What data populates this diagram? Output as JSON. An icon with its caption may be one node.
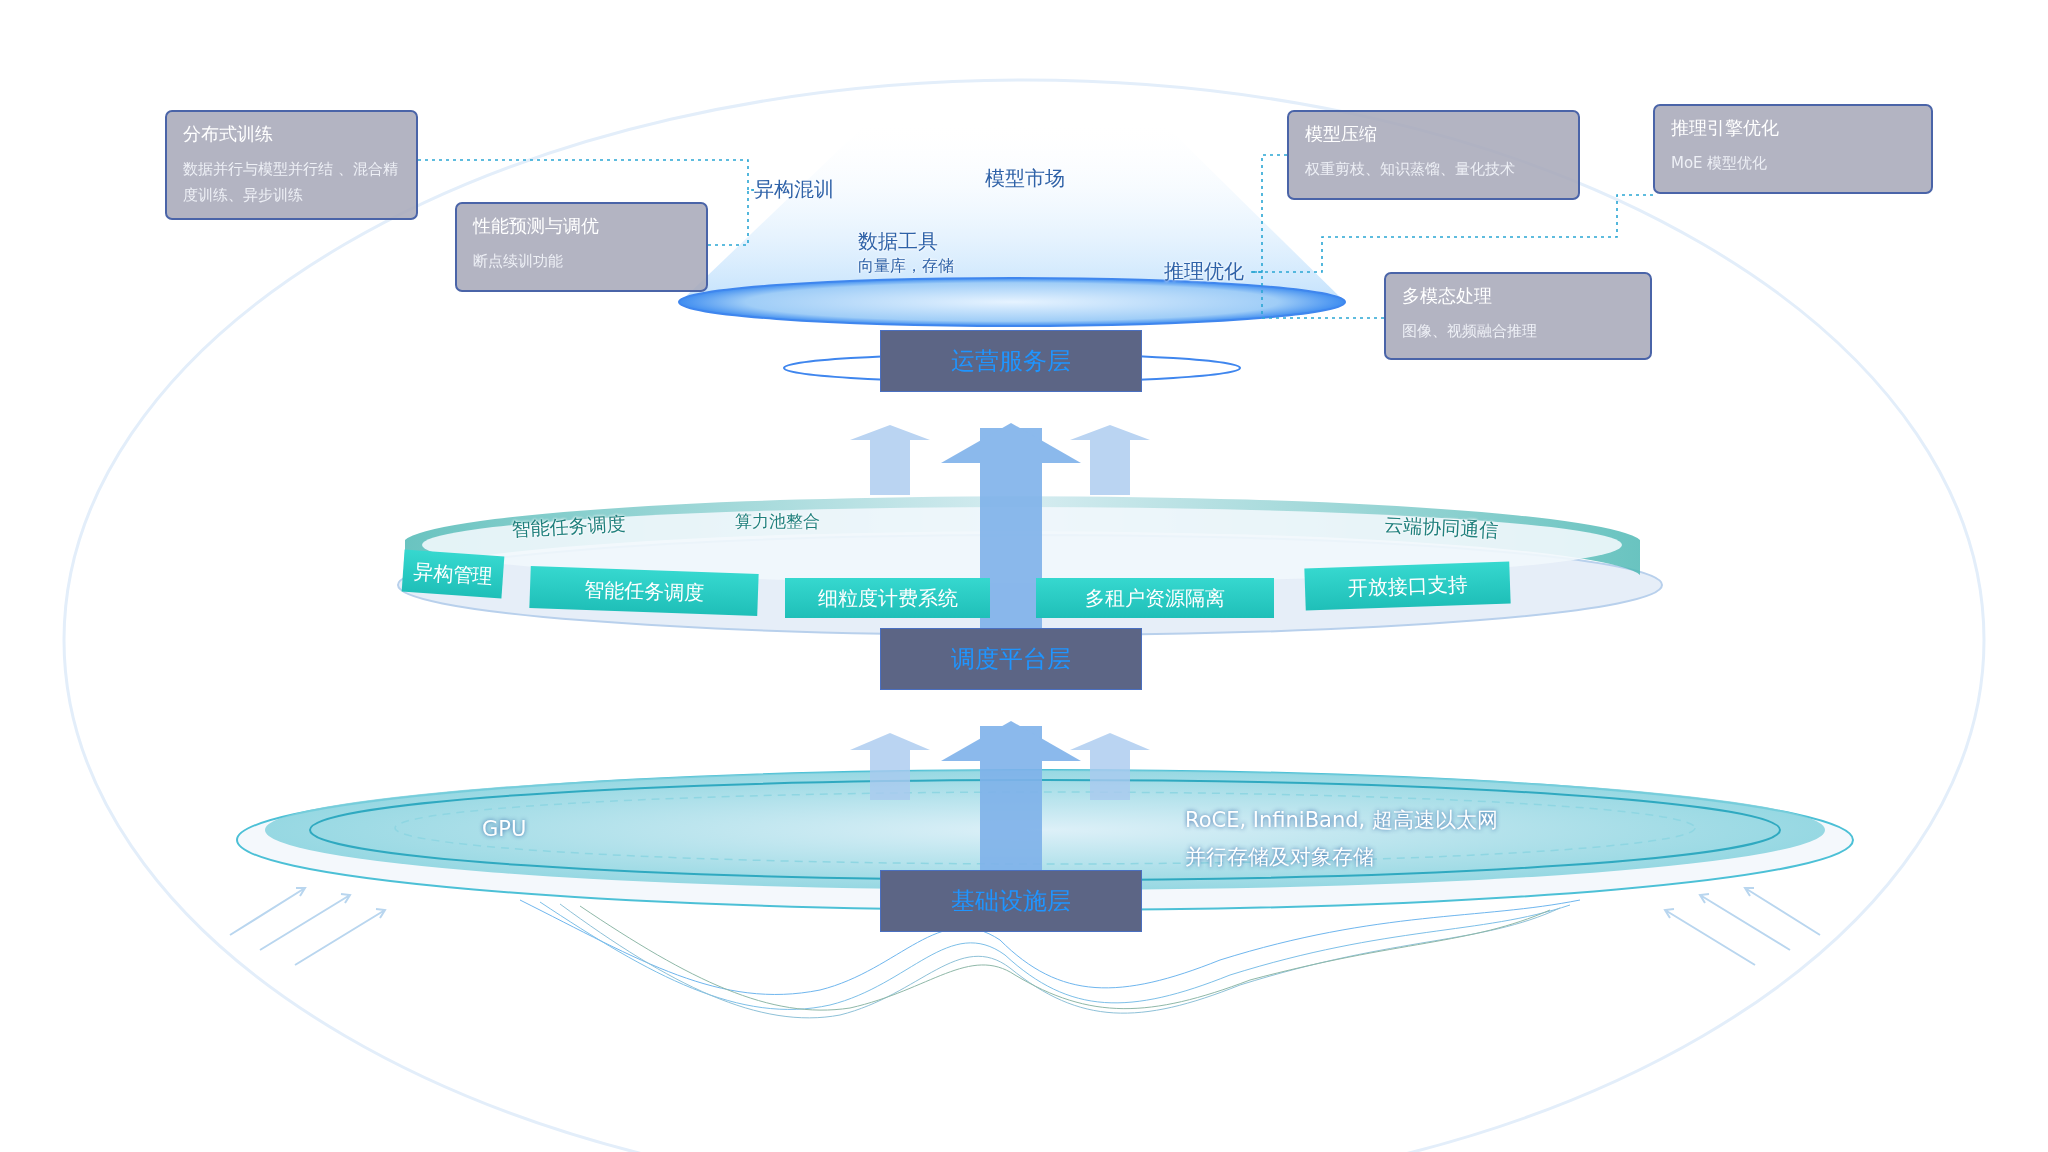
{
  "diagram": {
    "nodes": [
      {
        "text": [
          "分布式训练",
          "数据并行与模型并行结 、混合精度训练、异步训练"
        ]
      },
      {
        "text": [
          "性能预测与调优",
          "断点续训功能"
        ]
      },
      {
        "text": [
          "模型压缩",
          "权重剪枝、知识蒸馏、量化技术"
        ]
      },
      {
        "text": [
          "推理引擎优化",
          "MoE 模型优化"
        ]
      },
      {
        "text": [
          "多模态处理",
          "图像、视频融合推理"
        ]
      },
      {
        "text": [
          "异构混训"
        ]
      },
      {
        "text": [
          "推理优化"
        ]
      },
      {
        "text": [
          "运营服务层"
        ]
      },
      {
        "text": [
          "异构管理"
        ]
      },
      {
        "text": [
          "智能任务调度"
        ]
      },
      {
        "text": [
          "细粒度计费系统"
        ]
      },
      {
        "text": [
          "多租户资源隔离"
        ]
      },
      {
        "text": [
          "开放接口支持"
        ]
      },
      {
        "text": [
          "调度平台层"
        ]
      },
      {
        "text": [
          "基础设施层"
        ]
      }
    ],
    "edges": [
      {
        "from": 0,
        "to": 5,
        "arrow": "none",
        "style": "dashed"
      },
      {
        "from": 1,
        "to": 5,
        "arrow": "none",
        "style": "dashed"
      },
      {
        "from": 2,
        "to": 6,
        "arrow": "none",
        "style": "dashed"
      },
      {
        "from": 3,
        "to": 6,
        "arrow": "none",
        "style": "dashed"
      },
      {
        "from": 4,
        "to": 6,
        "arrow": "none",
        "style": "dashed"
      },
      {
        "from": 13,
        "to": 7,
        "arrow": "to",
        "style": "thick",
        "color": "#7fb2ea"
      },
      {
        "from": 14,
        "to": 13,
        "arrow": "to",
        "style": "thick",
        "color": "#7fb2ea"
      }
    ],
    "labels": [
      "模型市场",
      "数据工具",
      "向量库，存储",
      "智能任务调度",
      "算力池整合",
      "云端协同通信",
      "GPU",
      "RoCE, InfiniBand, 超高速以太网",
      "并行存储及对象存储"
    ]
  }
}
